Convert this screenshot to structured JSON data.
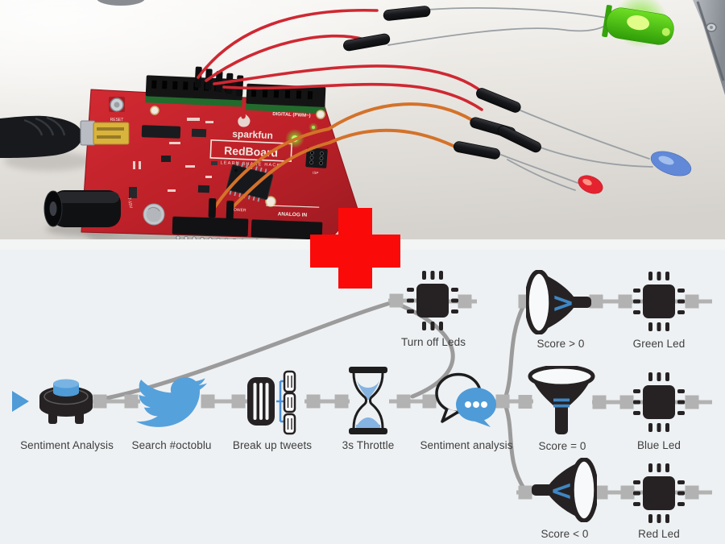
{
  "colors": {
    "diagram-bg": "#eef1f3",
    "accent": "#4e9bd8",
    "deep-blue": "#3f86c2",
    "light-blue": "#85b4e2",
    "node-black": "#262223",
    "wire-gray": "#9b9b9b",
    "connector-gray": "#b2b2b2",
    "label-gray": "#3e3e3e",
    "plus": "#fb0a0a",
    "board-red": "#c4242c",
    "jumper-red": "#cf2832",
    "jumper-orange": "#d4722a",
    "led-green": "#58d413",
    "led-blue": "#5b85d8",
    "led-red": "#e52330"
  },
  "photo": {
    "board_texts": {
      "brand": "sparkfun",
      "model": "RedBoard",
      "tagline": "LEARN SHARE HACK",
      "digital_label": "DIGITAL (PWM~)",
      "analog_label": "ANALOG IN",
      "reset_label": "RESET",
      "power_label": "POWER",
      "voltage_label": "7-15V",
      "isp_label": "ISP"
    }
  },
  "diagram": {
    "nodes": [
      {
        "id": "trigger",
        "label": "Sentiment Analysis"
      },
      {
        "id": "twitter",
        "label": "Search #octoblu"
      },
      {
        "id": "split",
        "label": "Break up tweets"
      },
      {
        "id": "throttle",
        "label": "3s Throttle"
      },
      {
        "id": "sentiment",
        "label": "Sentiment analysis"
      },
      {
        "id": "turnoff",
        "label": "Turn off Leds"
      },
      {
        "id": "gt",
        "label": "Score > 0",
        "symbol": ">"
      },
      {
        "id": "greenled",
        "label": "Green Led"
      },
      {
        "id": "eq",
        "label": "Score = 0",
        "symbol": "="
      },
      {
        "id": "blueled",
        "label": "Blue Led"
      },
      {
        "id": "lt",
        "label": "Score < 0",
        "symbol": "<"
      },
      {
        "id": "redled",
        "label": "Red Led"
      }
    ]
  }
}
